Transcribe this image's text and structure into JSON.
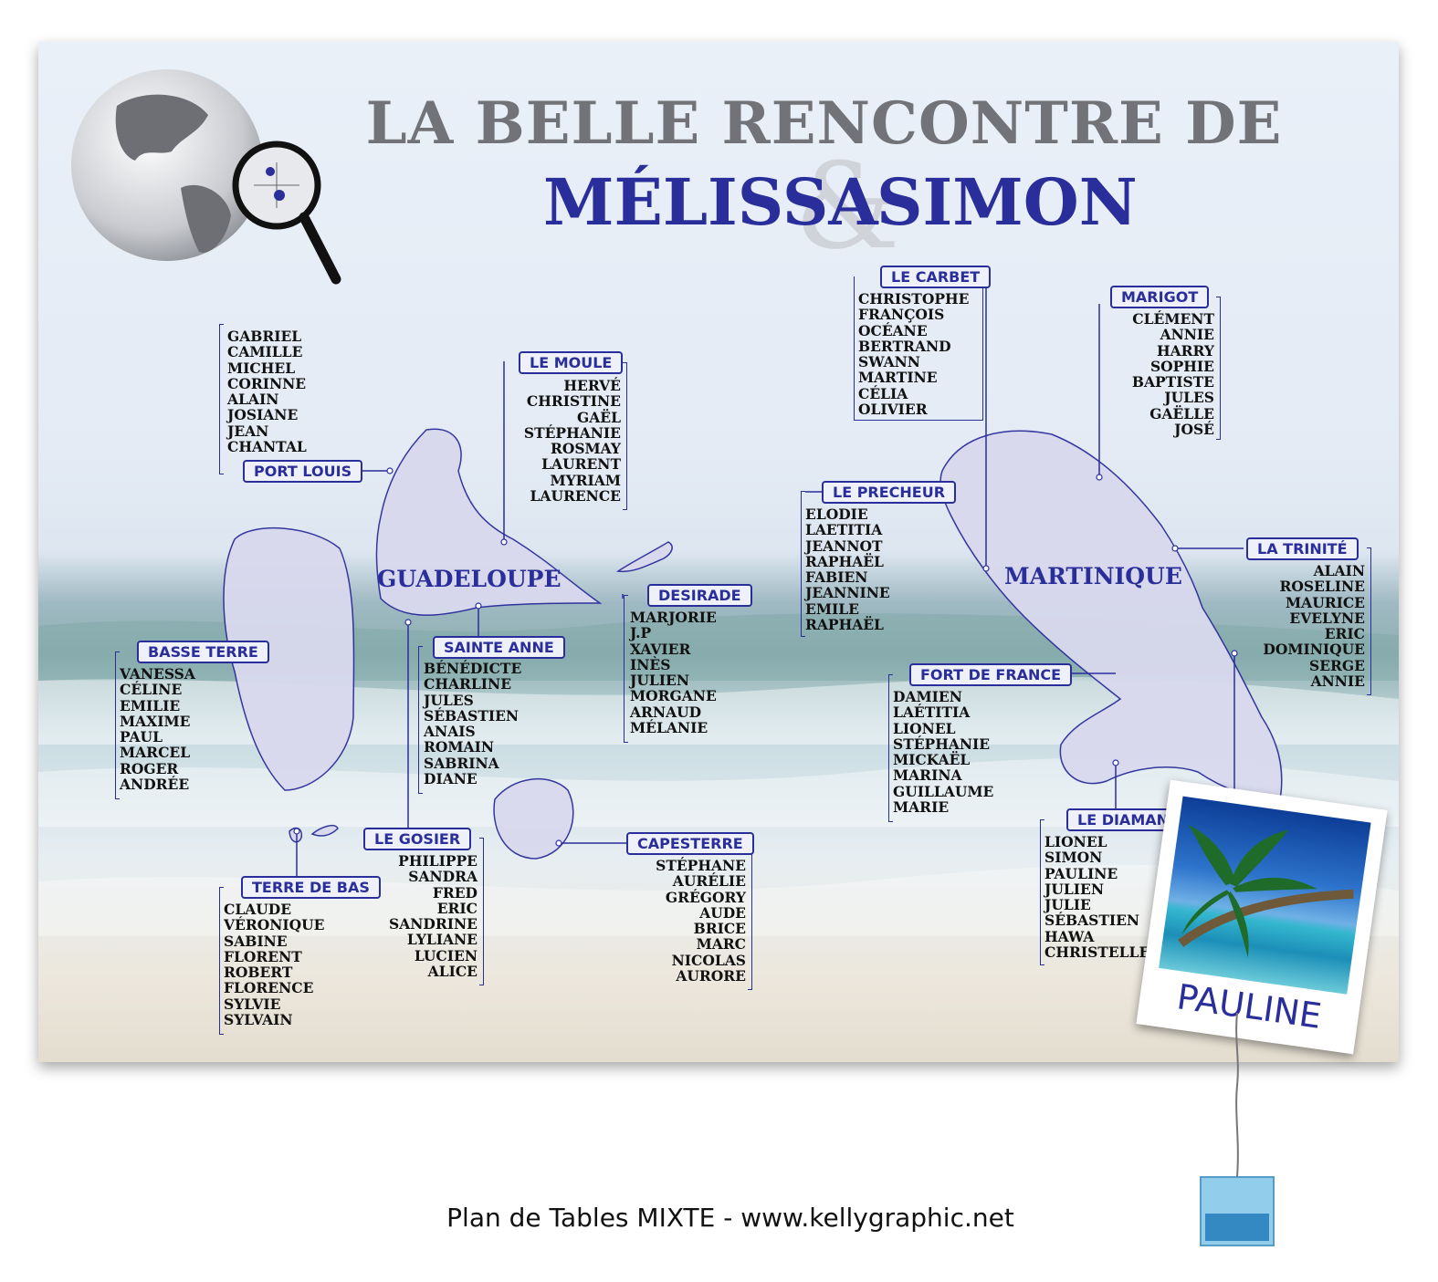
{
  "title": {
    "line1": "LA BELLE RENCONTRE DE",
    "name1": "MÉLISSA",
    "ampersand": "&",
    "name2": "SIMON"
  },
  "islands": {
    "guadeloupe": "GUADELOUPE",
    "martinique": "MARTINIQUE"
  },
  "tables": {
    "unnamed": {
      "label": "",
      "names": [
        "GABRIEL",
        "CAMILLE",
        "MICHEL",
        "CORINNE",
        "ALAIN",
        "JOSIANE",
        "JEAN",
        "CHANTAL"
      ]
    },
    "port_louis": {
      "label": "PORT LOUIS"
    },
    "le_moule": {
      "label": "LE MOULE",
      "names": [
        "HERVÉ",
        "CHRISTINE",
        "GAËL",
        "STÉPHANIE",
        "ROSMAY",
        "LAURENT",
        "MYRIAM",
        "LAURENCE"
      ]
    },
    "basse_terre": {
      "label": "BASSE TERRE",
      "names": [
        "VANESSA",
        "CÉLINE",
        "EMILIE",
        "MAXIME",
        "PAUL",
        "MARCEL",
        "ROGER",
        "ANDRÉE"
      ]
    },
    "sainte_anne": {
      "label": "SAINTE ANNE",
      "names": [
        "BÉNÉDICTE",
        "CHARLINE",
        "JULES",
        "SÉBASTIEN",
        "ANAIS",
        "ROMAIN",
        "SABRINA",
        "DIANE"
      ]
    },
    "desirade": {
      "label": "DESIRADE",
      "names": [
        "MARJORIE",
        "J.P",
        "XAVIER",
        "INÈS",
        "JULIEN",
        "MORGANE",
        "ARNAUD",
        "MÉLANIE"
      ]
    },
    "le_gosier": {
      "label": "LE GOSIER",
      "names": [
        "PHILIPPE",
        "SANDRA",
        "FRED",
        "ERIC",
        "SANDRINE",
        "LYLIANE",
        "LUCIEN",
        "ALICE"
      ]
    },
    "terre_de_bas": {
      "label": "TERRE DE BAS",
      "names": [
        "CLAUDE",
        "VÉRONIQUE",
        "SABINE",
        "FLORENT",
        "ROBERT",
        "FLORENCE",
        "SYLVIE",
        "SYLVAIN"
      ]
    },
    "capesterre": {
      "label": "CAPESTERRE",
      "names": [
        "STÉPHANE",
        "AURÉLIE",
        "GRÉGORY",
        "AUDE",
        "BRICE",
        "MARC",
        "NICOLAS",
        "AURORE"
      ]
    },
    "le_carbet": {
      "label": "LE CARBET",
      "names": [
        "CHRISTOPHE",
        "FRANÇOIS",
        "OCÉANE",
        "BERTRAND",
        "SWANN",
        "MARTINE",
        "CÉLIA",
        "OLIVIER"
      ]
    },
    "marigot": {
      "label": "MARIGOT",
      "names": [
        "CLÉMENT",
        "ANNIE",
        "HARRY",
        "SOPHIE",
        "BAPTISTE",
        "JULES",
        "GAËLLE",
        "JOSÉ"
      ]
    },
    "le_precheur": {
      "label": "LE PRECHEUR",
      "names": [
        "ELODIE",
        "LAETITIA",
        "JEANNOT",
        "RAPHAËL",
        "FABIEN",
        "JEANNINE",
        "EMILE",
        "RAPHAËL"
      ]
    },
    "la_trinite": {
      "label": "LA TRINITÉ",
      "names": [
        "ALAIN",
        "ROSELINE",
        "MAURICE",
        "EVELYNE",
        "ERIC",
        "DOMINIQUE",
        "SERGE",
        "ANNIE"
      ]
    },
    "fort_de_france": {
      "label": "FORT DE FRANCE",
      "names": [
        "DAMIEN",
        "LAÉTITIA",
        "LIONEL",
        "STÉPHANIE",
        "MICKAËL",
        "MARINA",
        "GUILLAUME",
        "MARIE"
      ]
    },
    "le_diamant": {
      "label": "LE DIAMANT",
      "names": [
        "LIONEL",
        "SIMON",
        "PAULINE",
        "JULIEN",
        "JULIE",
        "SÉBASTIEN",
        "HAWA",
        "CHRISTELLE"
      ]
    }
  },
  "place_card": {
    "name": "PAULINE"
  },
  "footer": "Plan de Tables MIXTE - www.kellygraphic.net",
  "colors": {
    "accent": "#2a2e9a",
    "title_gray": "#717378",
    "island_fill": "#d9d9ee"
  }
}
